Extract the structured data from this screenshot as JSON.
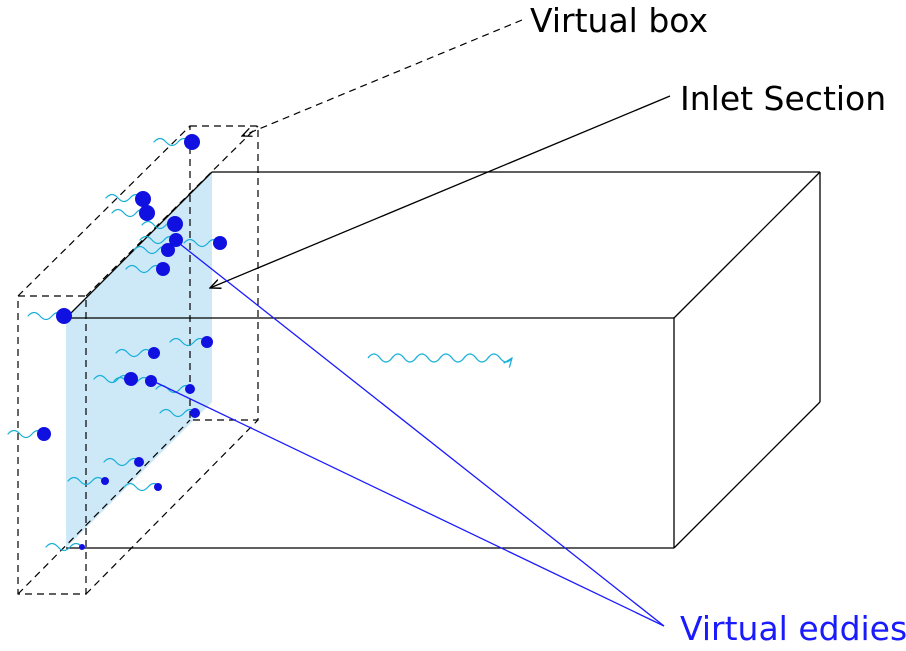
{
  "labels": {
    "virtual_box": "Virtual box",
    "inlet_section": "Inlet Section",
    "virtual_eddies": "Virtual eddies"
  },
  "colors": {
    "line": "#000000",
    "eddy_fill": "#1010e0",
    "wave": "#19b0d8",
    "inlet_fill": "#cde8f7",
    "pointer_blue": "#1a1aff"
  }
}
